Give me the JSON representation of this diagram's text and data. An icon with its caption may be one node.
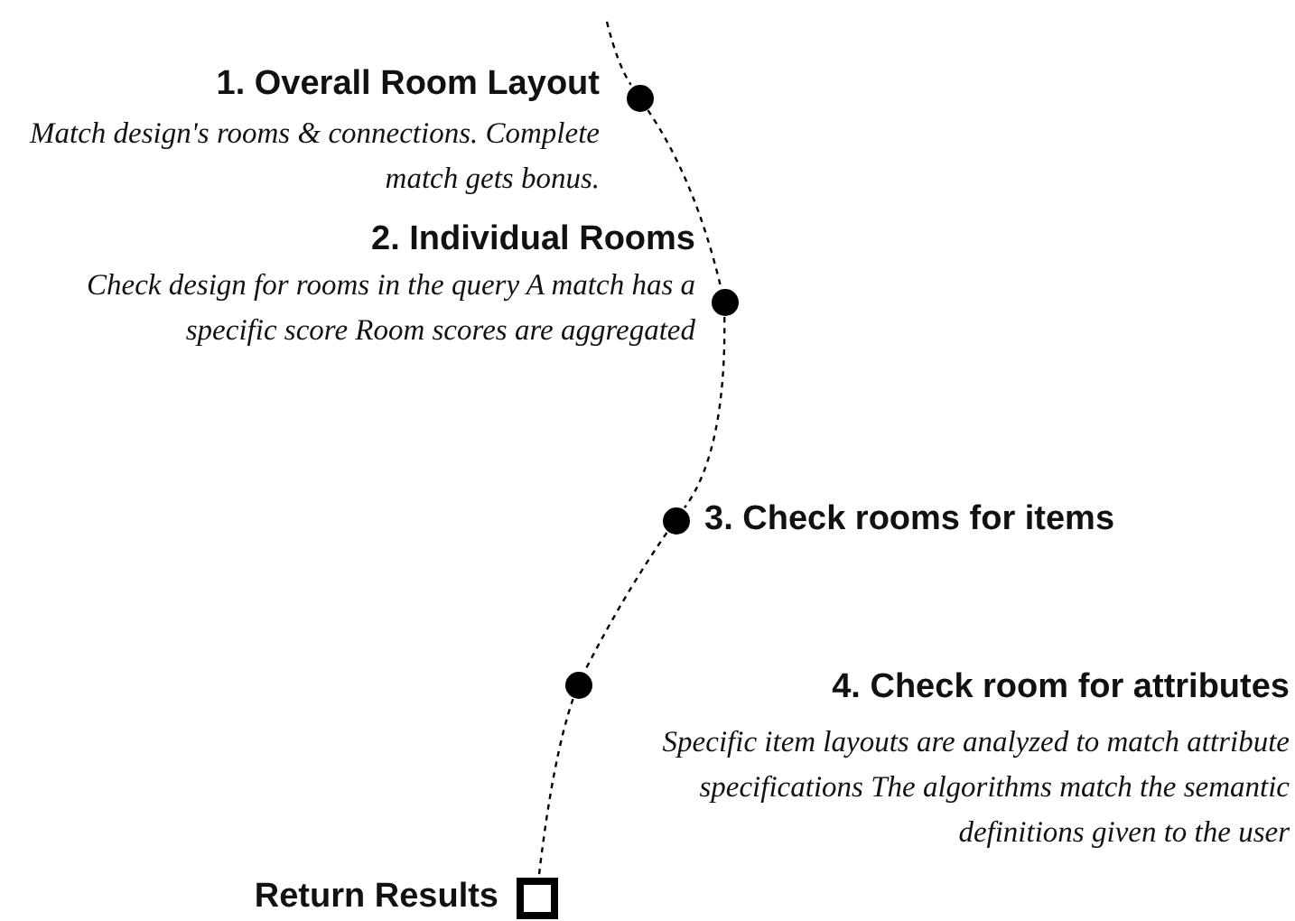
{
  "diagram": {
    "nodes": [
      {
        "text": [],
        "shape": "circle",
        "beside": [
          "1. Overall Room Layout",
          "Match design's rooms & connections. Complete match gets bonus."
        ]
      },
      {
        "text": [],
        "shape": "circle",
        "beside": [
          "2. Individual Rooms",
          "Check design for rooms in the query A match has a specific score Room scores are aggregated"
        ]
      },
      {
        "text": [],
        "shape": "circle",
        "beside": [
          "3. Check rooms for items"
        ]
      },
      {
        "text": [],
        "shape": "circle",
        "beside": [
          "4. Check room for attributes",
          "Specific item layouts are analyzed to match attribute specifications The algorithms match the semantic definitions given to the user"
        ]
      },
      {
        "text": [],
        "shape": "box",
        "beside": [
          "Return Results"
        ]
      }
    ],
    "edges": [
      {
        "from": null,
        "to": 0,
        "arrow": "none",
        "style": "dashed"
      },
      {
        "from": 0,
        "to": 1,
        "arrow": "none",
        "style": "dashed"
      },
      {
        "from": 1,
        "to": 2,
        "arrow": "none",
        "style": "dashed"
      },
      {
        "from": 2,
        "to": 3,
        "arrow": "none",
        "style": "dashed"
      },
      {
        "from": 3,
        "to": 4,
        "arrow": "none",
        "style": "dashed"
      }
    ]
  }
}
